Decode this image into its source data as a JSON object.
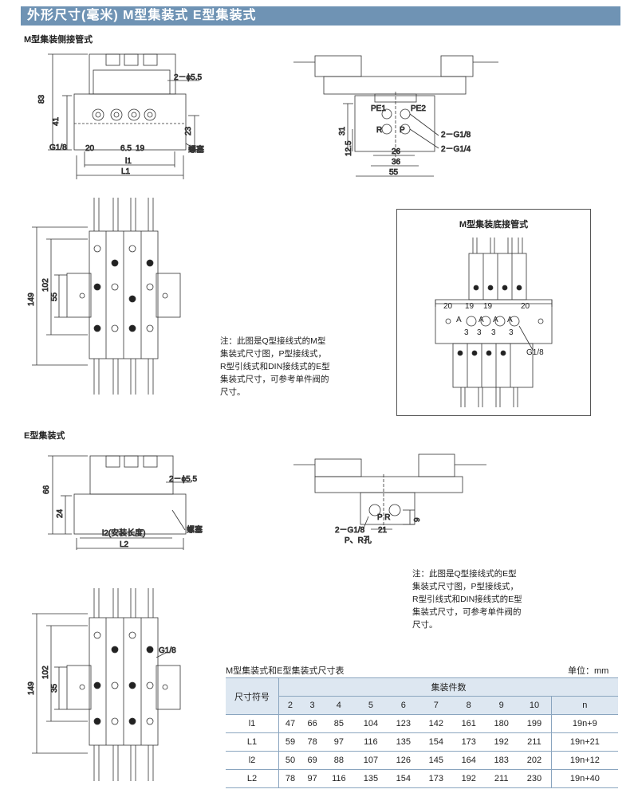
{
  "header": {
    "title": "外形尺寸(毫米)    M型集装式    E型集装式"
  },
  "sections": {
    "m_side": "M型集装侧接管式",
    "m_bottom": "M型集装底接管式",
    "e_type": "E型集装式"
  },
  "m_side_front": {
    "h83": "83",
    "h41": "41",
    "h23": "23",
    "port": "G1/8",
    "w20": "20",
    "w65": "6.5",
    "w19": "19",
    "l1": "l1",
    "L1": "L1",
    "hole": "2－ϕ5.5",
    "plug": "螺塞"
  },
  "m_side_end": {
    "pe1": "PE1",
    "pe2": "PE2",
    "r": "R",
    "p": "P",
    "g18": "2－G1/8",
    "g14": "2－G1/4",
    "h31": "31",
    "h125": "12.5",
    "w26": "26",
    "w36": "36",
    "w55": "55"
  },
  "m_side_top": {
    "h149": "149",
    "h102": "102",
    "h55": "55"
  },
  "m_bottom_inset": {
    "w20a": "20",
    "w19a": "19",
    "w19b": "19",
    "w20b": "20",
    "a": "A",
    "three": "3",
    "port": "G1/8"
  },
  "notes": {
    "m_note": [
      "注：此图是Q型接线式的M型",
      "集装式尺寸图，P型接线式，",
      "R型引线式和DIN接线式的E型",
      "集装式尺寸，可参考单件阀的",
      "尺寸。"
    ],
    "e_note": [
      "注：此图是Q型接线式的E型",
      "集装式尺寸图，P型接线式，",
      "R型引线式和DIN接线式的E型",
      "集装式尺寸，可参考单件阀的",
      "尺寸。"
    ]
  },
  "e_front": {
    "h66": "66",
    "h24": "24",
    "hole": "2－ϕ5.5",
    "l2": "l2(安装长度)",
    "L2": "L2",
    "plug": "螺塞"
  },
  "e_end": {
    "pr": "P R",
    "w21": "21",
    "h9": "9",
    "g18": "2－G1/8",
    "pr_holes": "P、R孔"
  },
  "e_top": {
    "h149": "149",
    "h102": "102",
    "h35": "35",
    "port": "G1/8"
  },
  "table": {
    "title": "M型集装式和E型集装式尺寸表",
    "unit": "单位：mm",
    "symbol_header": "尺寸符号",
    "group_header": "集装件数",
    "columns": [
      "2",
      "3",
      "4",
      "5",
      "6",
      "7",
      "8",
      "9",
      "10",
      "n"
    ],
    "rows": [
      {
        "symbol": "l1",
        "values": [
          "47",
          "66",
          "85",
          "104",
          "123",
          "142",
          "161",
          "180",
          "199",
          "19n+9"
        ]
      },
      {
        "symbol": "L1",
        "values": [
          "59",
          "78",
          "97",
          "116",
          "135",
          "154",
          "173",
          "192",
          "211",
          "19n+21"
        ]
      },
      {
        "symbol": "l2",
        "values": [
          "50",
          "69",
          "88",
          "107",
          "126",
          "145",
          "164",
          "183",
          "202",
          "19n+12"
        ]
      },
      {
        "symbol": "L2",
        "values": [
          "78",
          "97",
          "116",
          "135",
          "154",
          "173",
          "192",
          "211",
          "230",
          "19n+40"
        ]
      }
    ]
  }
}
